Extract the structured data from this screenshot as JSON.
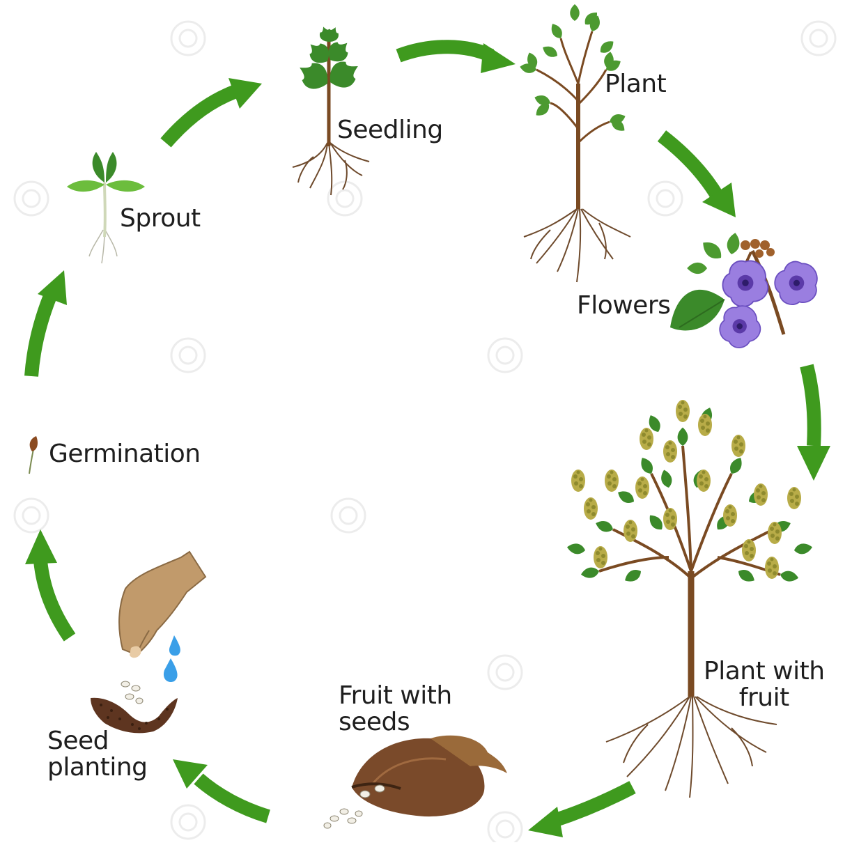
{
  "diagram": {
    "stages": [
      {
        "label": "Seedling"
      },
      {
        "label": "Plant"
      },
      {
        "label": "Flowers"
      },
      {
        "label": "Plant with\nfruit"
      },
      {
        "label": "Fruit with\nseeds"
      },
      {
        "label": "Seed\nplanting"
      },
      {
        "label": "Germination"
      },
      {
        "label": "Sprout"
      }
    ],
    "watermark": "dreamstime",
    "colors": {
      "arrow": "#3f9a1e",
      "leaf": "#3b8a2a",
      "leaf_light": "#6cbd3d",
      "stem": "#7a4a22",
      "root": "#6e4a2c",
      "flower": "#8a6fd6",
      "hand": "#c19a6b",
      "water": "#3a9fe8"
    }
  }
}
